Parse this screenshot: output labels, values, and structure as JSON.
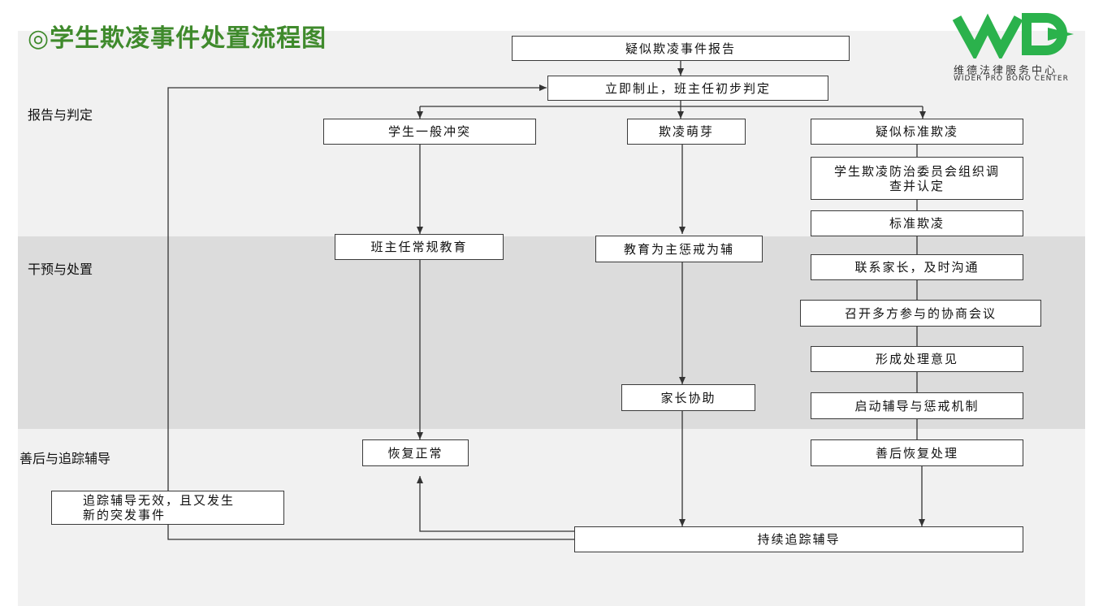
{
  "title": "◎学生欺凌事件处置流程图",
  "logo": {
    "mark": "WD",
    "name_cn": "维德法律服务中心",
    "name_en": "WIDER PRO BONO CENTER",
    "color": "#2bb24c"
  },
  "stages": [
    "报告与判定",
    "干预与处置",
    "善后与追踪辅导"
  ],
  "nodes": {
    "report": "疑似欺凌事件报告",
    "stop": "立即制止，班主任初步判定",
    "general_conflict": "学生一般冲突",
    "bullying_bud": "欺凌萌芽",
    "suspected_standard": "疑似标准欺凌",
    "committee": "学生欺凌防治委员会组织调查并认定",
    "standard": "标准欺凌",
    "routine_education": "班主任常规教育",
    "education_first": "教育为主惩戒为辅",
    "contact_parents": "联系家长，及时沟通",
    "meeting": "召开多方参与的协商会议",
    "opinion": "形成处理意见",
    "mechanism": "启动辅导与惩戒机制",
    "parent_help": "家长协助",
    "recover": "恢复正常",
    "aftercare": "善后恢复处理",
    "ineffective": "追踪辅导无效，且又发生新的突发事件",
    "tracking": "持续追踪辅导"
  },
  "colors": {
    "title": "#3f8a2c",
    "band_light": "#f1f1f1",
    "band_dark": "#dcdcdc",
    "line": "#333333"
  }
}
